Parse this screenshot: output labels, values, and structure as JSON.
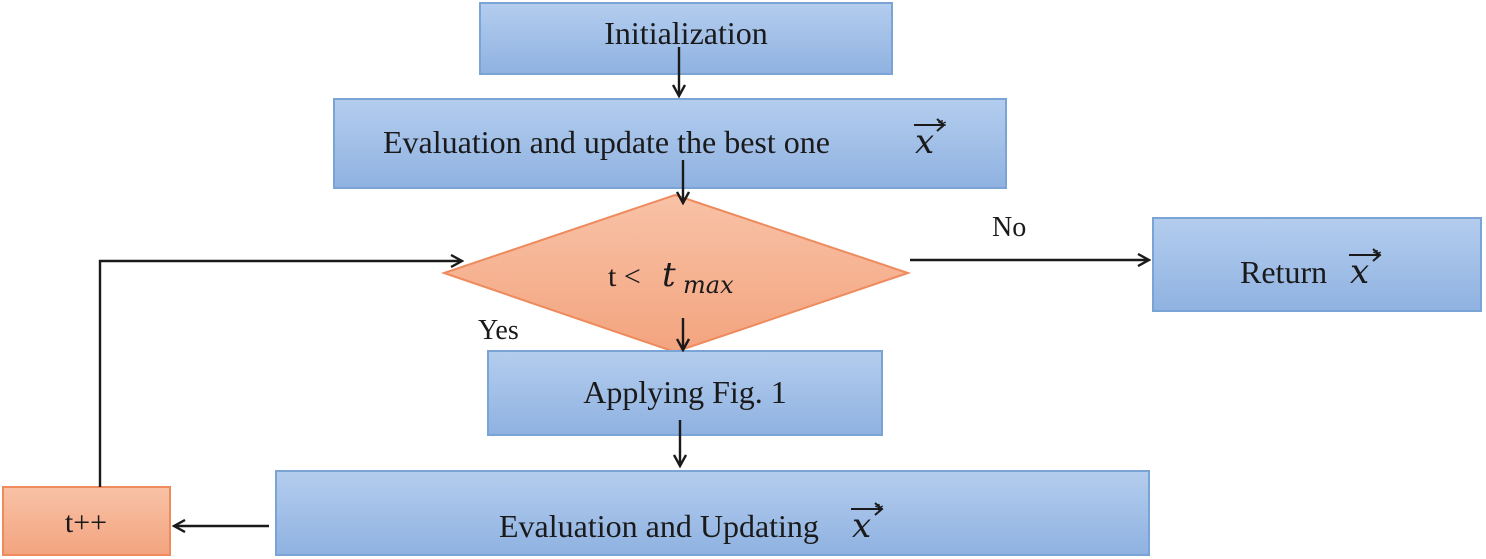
{
  "nodes": {
    "initialization": {
      "label": "Initialization"
    },
    "evaluate_best": {
      "label": "Evaluation and update the best one",
      "symbol": "x",
      "superscript": "*"
    },
    "condition": {
      "label": "t <",
      "symbol": "t",
      "subscript": "max"
    },
    "return_best": {
      "label": "Return",
      "symbol": "x",
      "superscript": "*"
    },
    "apply_fig": {
      "label": "Applying Fig. 1"
    },
    "evaluate_update": {
      "label": "Evaluation and Updating",
      "symbol": "x",
      "superscript": "*"
    },
    "increment": {
      "label": "t++"
    }
  },
  "edges": {
    "no_label": "No",
    "yes_label": "Yes"
  },
  "colors": {
    "process_fill_top": "#b4cdee",
    "process_fill_bottom": "#8fb2e1",
    "process_stroke": "#7aa3d6",
    "decision_fill_top": "#f8c2a6",
    "decision_fill_bottom": "#f3a47f",
    "decision_stroke": "#ee8a5c",
    "arrow": "#1a1a1a"
  }
}
